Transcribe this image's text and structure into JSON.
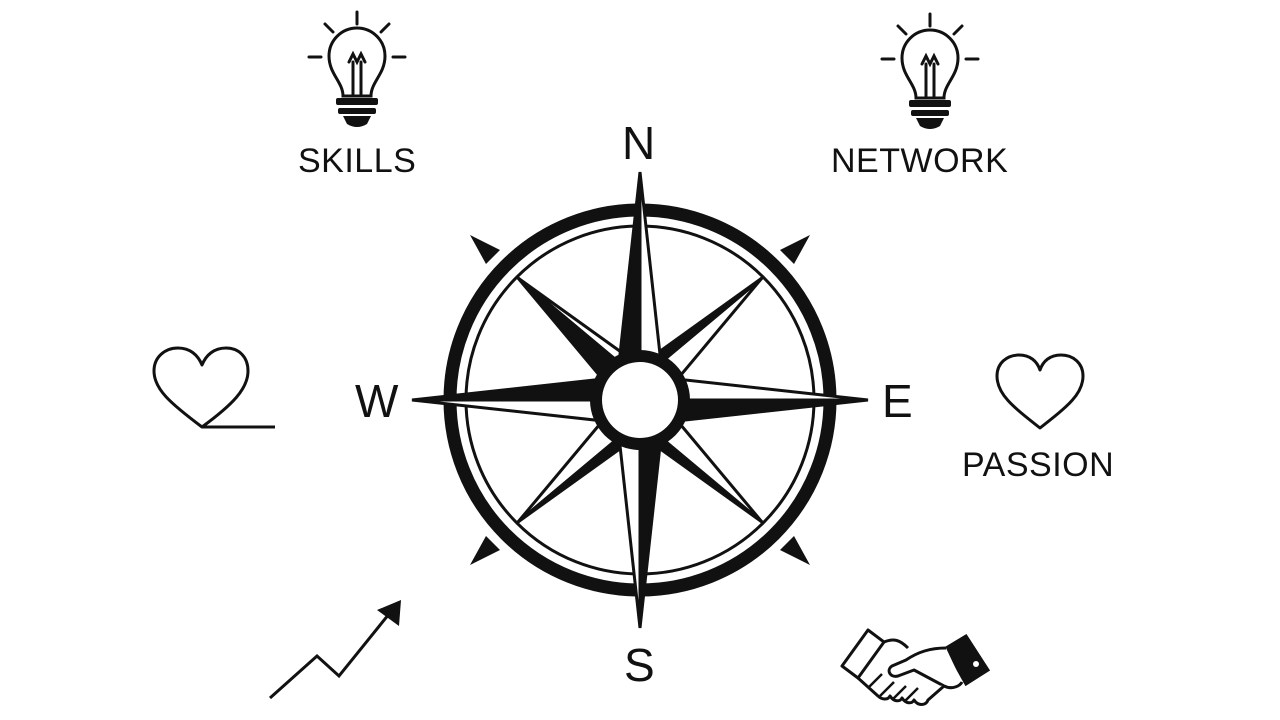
{
  "compass": {
    "north": "N",
    "south": "S",
    "east": "E",
    "west": "W"
  },
  "items": {
    "skills": {
      "label": "SKILLS",
      "icon": "lightbulb-icon"
    },
    "network": {
      "label": "NETWORK",
      "icon": "lightbulb-icon"
    },
    "passion": {
      "label": "PASSION",
      "icon": "heart-icon"
    },
    "heartline": {
      "icon": "heart-line-icon"
    },
    "growth": {
      "icon": "growth-arrow-icon"
    },
    "handshake": {
      "icon": "handshake-icon"
    }
  },
  "colors": {
    "ink": "#111111",
    "background": "#ffffff"
  }
}
